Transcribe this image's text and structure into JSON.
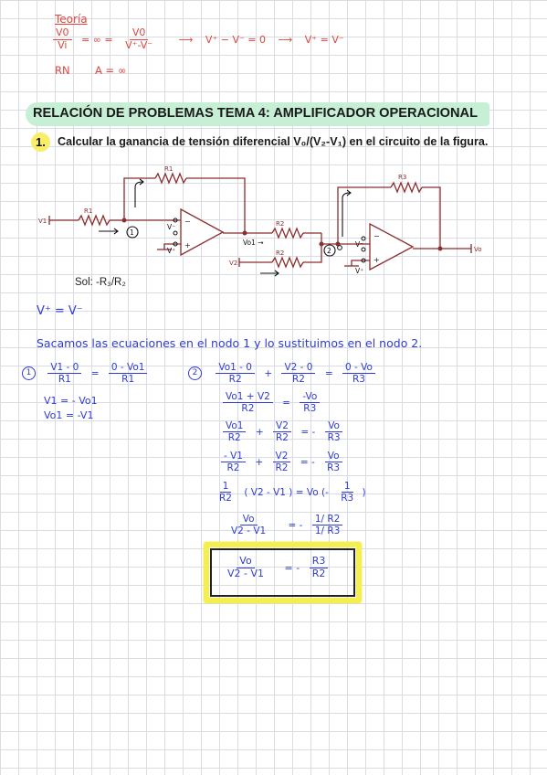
{
  "theory": {
    "title": "Teoría",
    "l1_frac1_num": "V0",
    "l1_frac1_den": "Vi",
    "l1_eq1": "= ∞ =",
    "l1_frac2_num": "V0",
    "l1_frac2_den": "V⁺-V⁻",
    "l1_arrow1": "⟶",
    "l1_eq2": "V⁺ − V⁻ = 0",
    "l1_arrow2": "⟶",
    "l1_eq3": "V⁺ = V⁻",
    "l2_rn": "RN",
    "l2_a": "A = ∞"
  },
  "heading": "RELACIÓN DE PROBLEMAS TEMA 4: AMPLIFICADOR OPERACIONAL",
  "question": {
    "number": "1.",
    "text": "Calcular la ganancia de tensión diferencial V₀/(V₂-V₁) en el circuito de la figura."
  },
  "circuit": {
    "r1_top": "R1",
    "r1_in": "R1",
    "v1": "V1",
    "vminus1": "V⁻",
    "vplus1": "V⁺",
    "node1": "1",
    "r3": "R3",
    "r2_a": "R2",
    "r2_b": "R2",
    "v2": "V2",
    "vo1": "Vo1 →",
    "vo": "Vo",
    "node2": "2",
    "vminus2": "V⁻",
    "vplus2": "V⁺"
  },
  "solution": "Sol: -R₃/R₂",
  "work": {
    "vplus_eq": "V⁺ = V⁻",
    "sentence": "Sacamos las ecuaciones en el nodo 1 y lo sustituimos en el nodo 2.",
    "n1_label": "1",
    "n1_a_num": "V1 - 0",
    "n1_a_den": "R1",
    "n1_eq": "=",
    "n1_b_num": "0 - Vo1",
    "n1_b_den": "R1",
    "n1_l2": "V1 = - Vo1",
    "n1_l3": "Vo1 = -V1",
    "n2_label": "2",
    "s1_a_num": "Vo1 - 0",
    "s1_a_den": "R2",
    "s1_plus": "+",
    "s1_b_num": "V2 - 0",
    "s1_b_den": "R2",
    "s1_eq": "=",
    "s1_c_num": "0 - Vo",
    "s1_c_den": "R3",
    "s2_a_num": "Vo1 + V2",
    "s2_a_den": "R2",
    "s2_eq": "=",
    "s2_b_num": "-Vo",
    "s2_b_den": "R3",
    "s3_a_num": "Vo1",
    "s3_a_den": "R2",
    "s3_plus": "+",
    "s3_b_num": "V2",
    "s3_b_den": "R2",
    "s3_eq": "= -",
    "s3_c_num": "Vo",
    "s3_c_den": "R3",
    "s4_a_num": "- V1",
    "s4_a_den": "R2",
    "s4_plus": "+",
    "s4_b_num": "V2",
    "s4_b_den": "R2",
    "s4_eq": "= -",
    "s4_c_num": "Vo",
    "s4_c_den": "R3",
    "s5_a_num": "1",
    "s5_a_den": "R2",
    "s5_mid": "( V2 - V1 ) = Vo (-",
    "s5_b_num": "1",
    "s5_b_den": "R3",
    "s5_end": ")",
    "s6_a_num": "Vo",
    "s6_a_den": "V2 - V1",
    "s6_eq": "= -",
    "s6_b_num": "1/ R2",
    "s6_b_den": "1/ R3",
    "s7_a_num": "Vo",
    "s7_a_den": "V2 - V1",
    "s7_eq": "= -",
    "s7_b_num": "R3",
    "s7_b_den": "R2"
  },
  "colors": {
    "red_ink": "#e0453c",
    "blue_ink": "#2f3bd6",
    "heading_bg": "#c6efd5",
    "highlight": "#f4ef4f"
  }
}
